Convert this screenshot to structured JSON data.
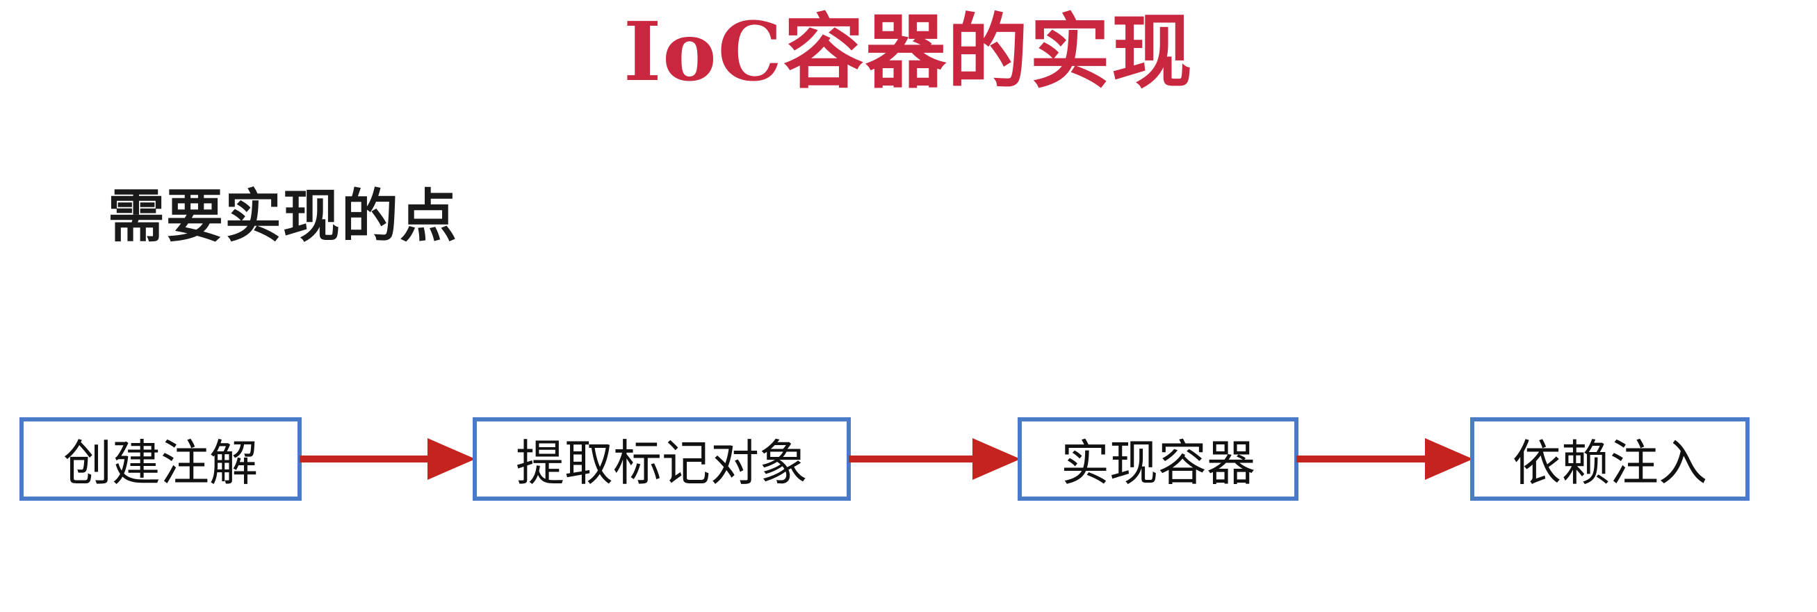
{
  "slide": {
    "title": "IoC容器的实现",
    "subtitle": "需要实现的点"
  },
  "flow": {
    "steps": [
      {
        "label": "创建注解"
      },
      {
        "label": "提取标记对象"
      },
      {
        "label": "实现容器"
      },
      {
        "label": "依赖注入"
      }
    ],
    "arrow_icon": "right-arrow-icon"
  },
  "colors": {
    "title": "#c8273f",
    "subtitle": "#1a1a1a",
    "box_border": "#4a7bc8",
    "arrow": "#c4231f"
  }
}
